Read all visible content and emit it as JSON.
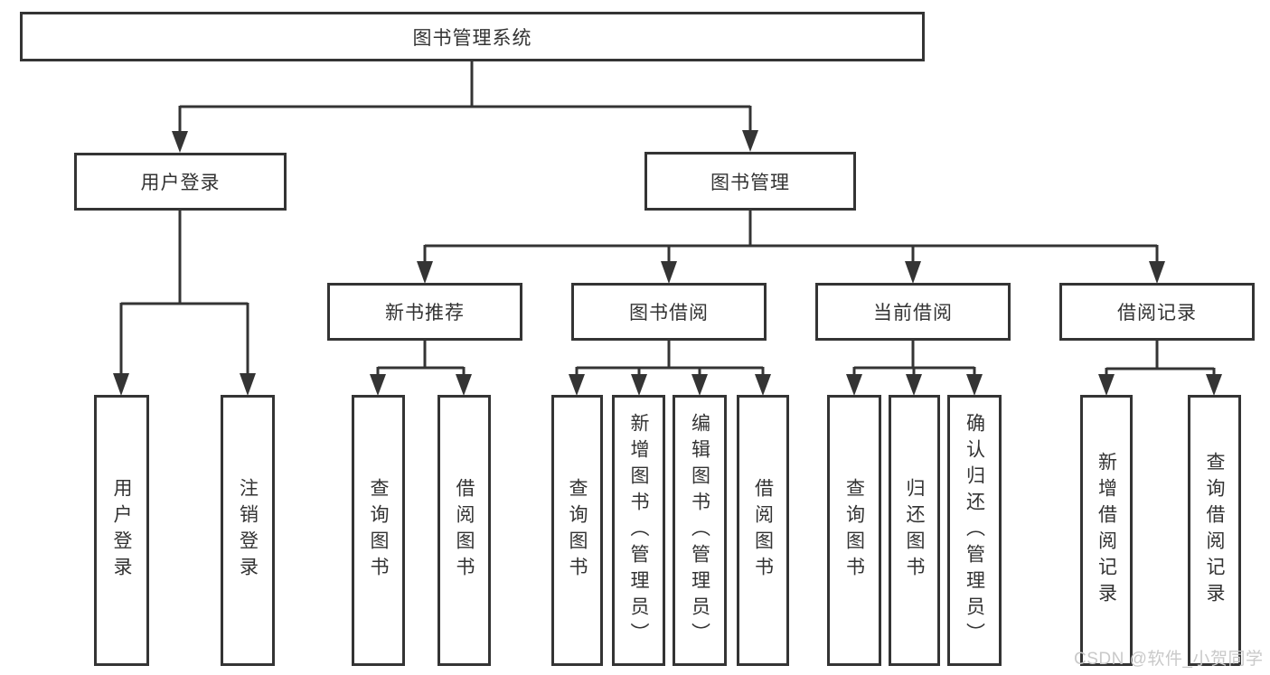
{
  "title": "图书管理系统",
  "watermark": "CSDN @软件_小贺同学",
  "colors": {
    "line": "#343434",
    "box_border": "#343434",
    "text": "#333333",
    "watermark": "#c9c9c9",
    "background": "#ffffff"
  },
  "tree": {
    "root": {
      "label": "图书管理系统",
      "children": [
        {
          "label": "用户登录",
          "children": [
            {
              "label": "用户登录"
            },
            {
              "label": "注销登录"
            }
          ]
        },
        {
          "label": "图书管理",
          "children": [
            {
              "label": "新书推荐",
              "children": [
                {
                  "label": "查询图书"
                },
                {
                  "label": "借阅图书"
                }
              ]
            },
            {
              "label": "图书借阅",
              "children": [
                {
                  "label": "查询图书"
                },
                {
                  "label": "新增图书（管理员）"
                },
                {
                  "label": "编辑图书（管理员）"
                },
                {
                  "label": "借阅图书"
                }
              ]
            },
            {
              "label": "当前借阅",
              "children": [
                {
                  "label": "查询图书"
                },
                {
                  "label": "归还图书"
                },
                {
                  "label": "确认归还（管理员）"
                }
              ]
            },
            {
              "label": "借阅记录",
              "children": [
                {
                  "label": "新增借阅记录"
                },
                {
                  "label": "查询借阅记录"
                }
              ]
            }
          ]
        }
      ]
    }
  }
}
